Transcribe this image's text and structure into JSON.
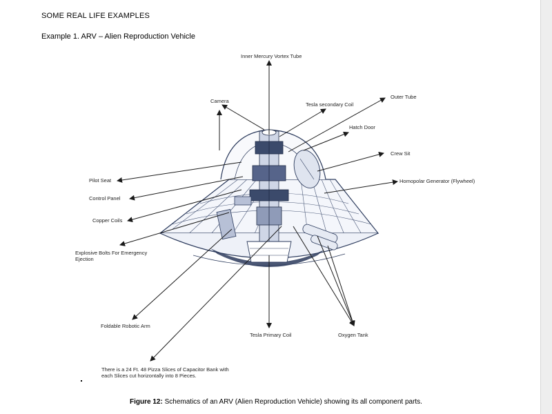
{
  "section_heading": "SOME REAL LIFE EXAMPLES",
  "example_heading": "Example 1. ARV – Alien Reproduction Vehicle",
  "figure": {
    "callouts": {
      "inner_mercury": "Inner Mercury Vortex Tube",
      "camera": "Camera",
      "tesla_secondary": "Tesla secondary Coil",
      "outer_tube": "Outer Tube",
      "hatch_door": "Hatch Door",
      "crew_sit": "Crew Sit",
      "pilot_seat": "Pilot Seat",
      "homopolar": "Homopolar Generator (Flywheel)",
      "control_panel": "Control Panel",
      "copper_coils": "Copper Coils",
      "explosive_bolts": "Explosive Bolts For Emergency Ejection",
      "foldable_arm": "Foldable Robotic Arm",
      "tesla_primary": "Tesla Primary Coil",
      "oxygen_tank": "Oxygen Tank",
      "capacitor_bank": "There is a 24 Ft. 48 Pizza Slices of Capacitor Bank with each Slices cut horizontally into 8 Pieces."
    }
  },
  "caption": {
    "label": "Figure 12:",
    "text": " Schematics of an ARV (Alien Reproduction Vehicle) showing its all component parts."
  },
  "colors": {
    "drawing": "#2b3a5c",
    "text": "#000000",
    "page": "#ffffff"
  }
}
